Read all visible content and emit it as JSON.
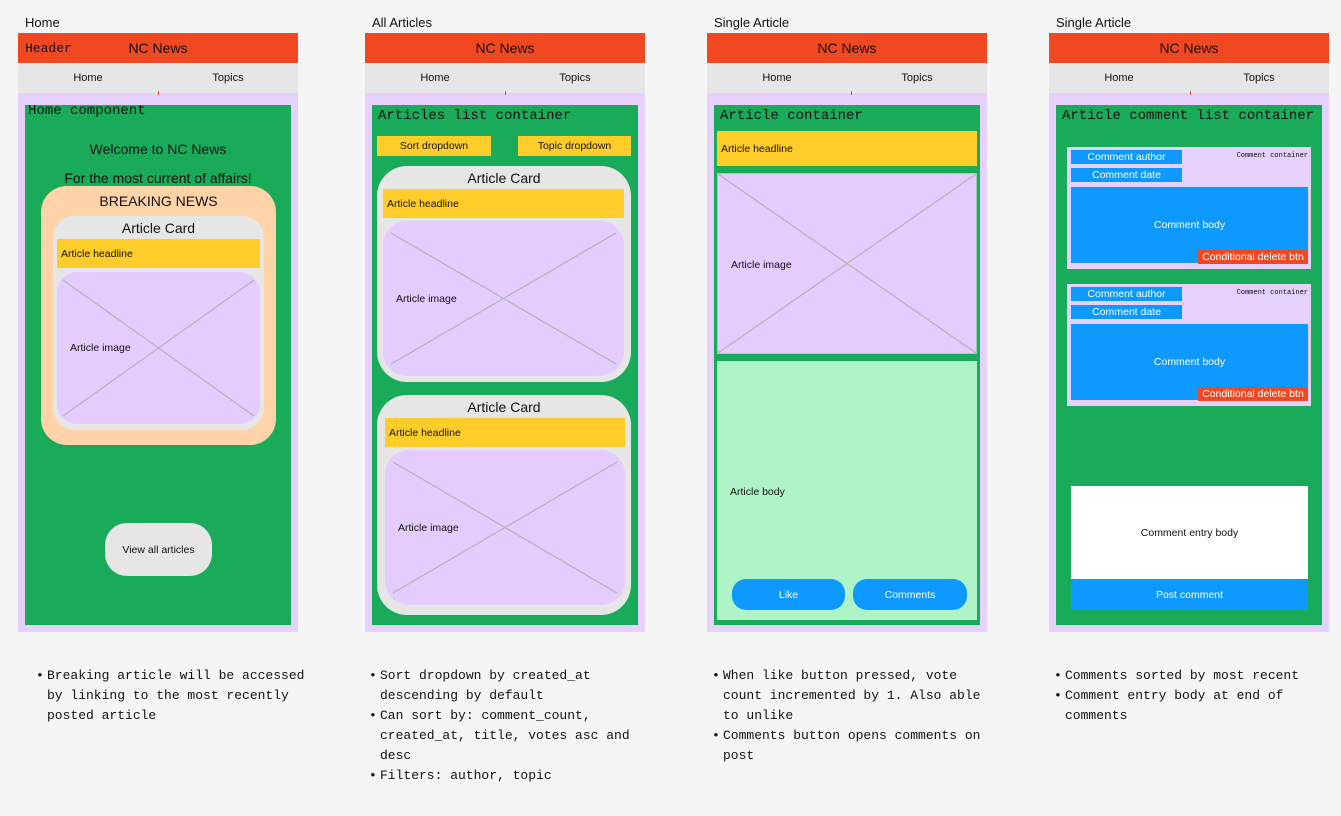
{
  "frames": [
    {
      "title": "Home",
      "header": {
        "tag": "Header",
        "app_title": "NC News"
      },
      "nav": {
        "home": "Home",
        "topics": "Topics"
      },
      "container_label": "Home component",
      "welcome": "Welcome to NC News",
      "tagline": "For the most current of affairs!",
      "breaking_news": "BREAKING NEWS",
      "card": {
        "title": "Article Card",
        "headline": "Article headline",
        "image": "Article image"
      },
      "view_all_button": "View all articles",
      "notes": [
        "Breaking article will be accessed by linking to the most recently posted article"
      ]
    },
    {
      "title": "All Articles",
      "header": {
        "app_title": "NC News"
      },
      "nav": {
        "home": "Home",
        "topics": "Topics"
      },
      "container_label": "Articles list container",
      "sort_dropdown": "Sort dropdown",
      "topic_dropdown": "Topic dropdown",
      "cards": [
        {
          "title": "Article Card",
          "headline": "Article headline",
          "image": "Article image"
        },
        {
          "title": "Article Card",
          "headline": "Article headline",
          "image": "Article image"
        }
      ],
      "notes": [
        "Sort dropdown by created_at descending by default",
        "Can sort by: comment_count, created_at, title, votes asc and desc",
        "Filters: author, topic"
      ]
    },
    {
      "title": "Single Article",
      "header": {
        "app_title": "NC News"
      },
      "nav": {
        "home": "Home",
        "topics": "Topics"
      },
      "container_label": "Article container",
      "headline": "Article headline",
      "image": "Article image",
      "body": "Article body",
      "like_button": "Like",
      "comments_button": "Comments",
      "notes": [
        "When like button pressed, vote count incremented by 1. Also able to unlike",
        "Comments button opens comments on post"
      ]
    },
    {
      "title": "Single Article",
      "header": {
        "app_title": "NC News"
      },
      "nav": {
        "home": "Home",
        "topics": "Topics"
      },
      "container_label": "Article comment list container",
      "comments": [
        {
          "author": "Comment author",
          "date": "Comment date",
          "container": "Comment container",
          "body": "Comment body",
          "delete": "Conditional delete btn"
        },
        {
          "author": "Comment author",
          "date": "Comment date",
          "container": "Comment container",
          "body": "Comment body",
          "delete": "Conditional delete btn"
        }
      ],
      "entry_body": "Comment entry body",
      "post_button": "Post comment",
      "notes": [
        "Comments sorted by most recent",
        "Comment entry body at end of comments"
      ]
    }
  ],
  "colors": {
    "header": "#f24822",
    "nav": "#e6e6e6",
    "frame": "#e5d1fb",
    "container": "#1aab5a",
    "headline": "#ffcd29",
    "image": "#e5ccff",
    "breaking": "#ffd3a8",
    "body": "#aff4c6",
    "blue": "#0d99ff",
    "delete": "#f24822"
  }
}
